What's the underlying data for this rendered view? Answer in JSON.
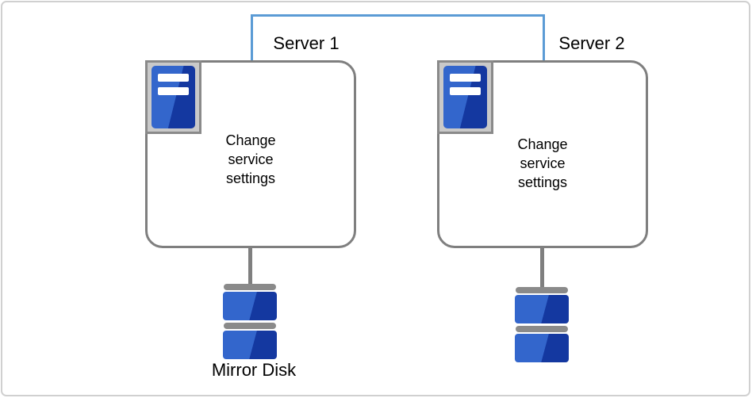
{
  "servers": [
    {
      "name": "Server 1",
      "action": "Change\nservice\nsettings"
    },
    {
      "name": "Server 2",
      "action": "Change\nservice\nsettings"
    }
  ],
  "mirror_disk_label": "Mirror Disk",
  "icons": {
    "server": "server-tower-icon",
    "storage": "disk-stack-icon"
  },
  "colors": {
    "connector_blue": "#5b9bd5",
    "outline_gray": "#7f7f7f",
    "plate_bg": "#c9c9c9",
    "plate_border": "#8a8a8a",
    "bar_gray": "#8a8a8a",
    "disk_light": "#3366cc",
    "disk_dark": "#1438a0",
    "frame_gray": "#d0d0d0"
  }
}
